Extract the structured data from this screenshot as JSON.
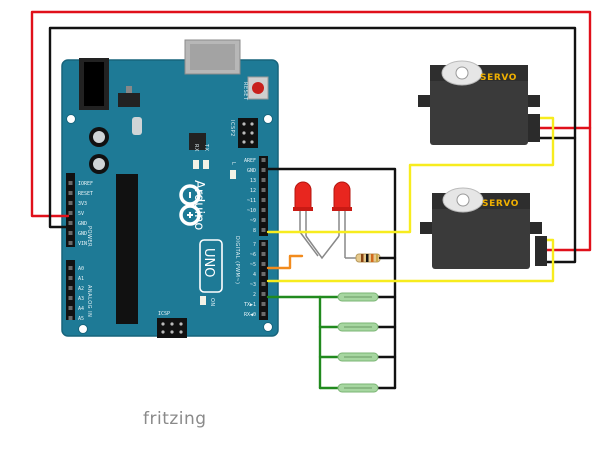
{
  "board": {
    "brand": "Arduino",
    "model": "UNO",
    "reset_label": "RESET",
    "icsp_label": "ICSP",
    "icsp2_label": "ICSP2",
    "tx_label": "TX",
    "rx_label": "RX",
    "l_label": "L",
    "on_label": "ON",
    "digital_label": "DIGITAL (PWM~)",
    "power_label": "POWER",
    "analog_label": "ANALOG IN",
    "power_pins": [
      "IOREF",
      "RESET",
      "3V3",
      "5V",
      "GND",
      "GND",
      "VIN"
    ],
    "analog_pins": [
      "A0",
      "A1",
      "A2",
      "A3",
      "A4",
      "A5"
    ],
    "digital_pins_top": [
      "AREF",
      "GND",
      "13",
      "12",
      "~11",
      "~10",
      "~9",
      "8"
    ],
    "digital_pins_bottom": [
      "7",
      "~6",
      "~5",
      "4",
      "~3",
      "2",
      "TX▶1",
      "RX◀0"
    ]
  },
  "servos": [
    {
      "label": "SERVO"
    },
    {
      "label": "SERVO"
    }
  ],
  "watermark": "fritzing",
  "colors": {
    "board": "#1e7a96",
    "board_edge": "#17647c",
    "wire_red": "#e0101a",
    "wire_black": "#111111",
    "wire_yellow": "#f7ec1e",
    "wire_orange": "#f28b1d",
    "wire_green": "#218a1e",
    "servo_body": "#3a3a3a",
    "servo_text": "#f0b000",
    "led": "#e8261f",
    "reed_switch": "#a6d6a0"
  }
}
